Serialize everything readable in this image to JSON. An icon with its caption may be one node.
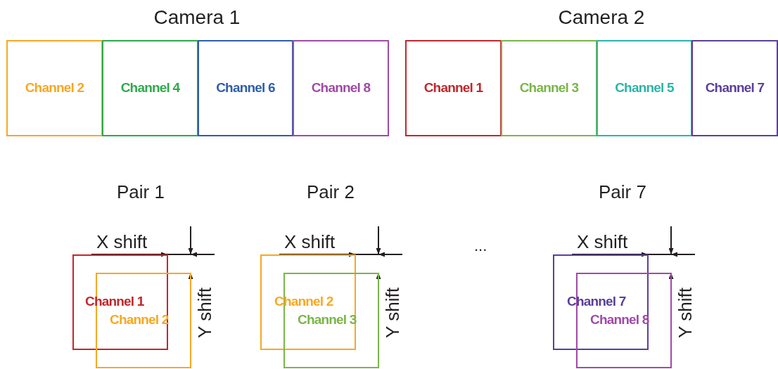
{
  "diagram": {
    "nodes": [
      {
        "text": [
          "Channel 2"
        ]
      },
      {
        "text": [
          "Channel 4"
        ]
      },
      {
        "text": [
          "Channel 6"
        ]
      },
      {
        "text": [
          "Channel 8"
        ]
      },
      {
        "text": [
          "Channel 1"
        ]
      },
      {
        "text": [
          "Channel 3"
        ]
      },
      {
        "text": [
          "Channel 5"
        ]
      },
      {
        "text": [
          "Channel 7"
        ]
      },
      {
        "text": [
          "Channel 1"
        ]
      },
      {
        "text": [
          "Channel 2"
        ]
      },
      {
        "text": [
          "Channel 2"
        ]
      },
      {
        "text": [
          "Channel 3"
        ]
      },
      {
        "text": [
          "Channel 7"
        ]
      },
      {
        "text": [
          "Channel 8"
        ]
      }
    ],
    "labels": [
      "Camera 1",
      "Camera 2",
      "Pair 1",
      "Pair 2",
      "Pair 7",
      "X shift",
      "X shift",
      "X shift",
      "...",
      "Y shift",
      "Y shift",
      "Y shift"
    ]
  }
}
